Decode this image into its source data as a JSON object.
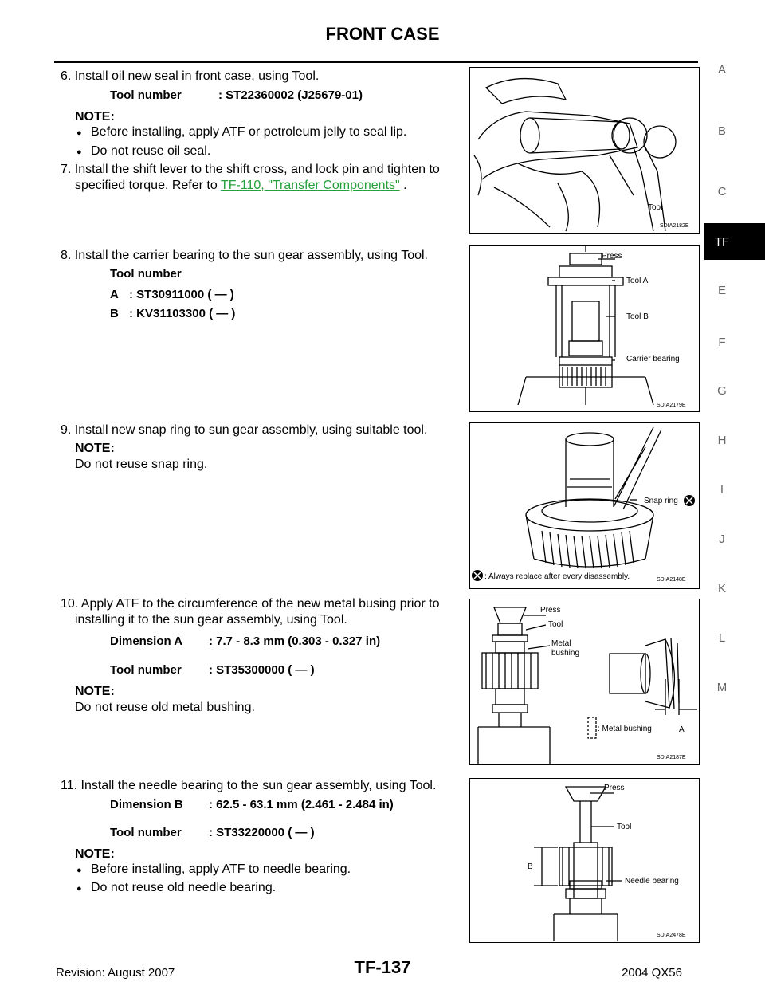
{
  "header": {
    "title": "FRONT CASE"
  },
  "sidebar": {
    "letters": [
      "A",
      "B",
      "C",
      "TF",
      "E",
      "F",
      "G",
      "H",
      "I",
      "J",
      "K",
      "L",
      "M"
    ],
    "active": "TF"
  },
  "steps": {
    "s6": {
      "text": "6.  Install oil new seal in front case, using Tool.",
      "spec": {
        "label": "Tool number",
        "value": ": ST22360002 (J25679-01)"
      },
      "note_label": "NOTE:",
      "bullets": [
        "Before installing, apply ATF or petroleum jelly to seal lip.",
        "Do not reuse oil seal."
      ]
    },
    "s7": {
      "line1": "7.  Install the shift lever to the shift cross, and lock pin and tighten to",
      "line2_prefix": "specified torque. Refer to ",
      "link": "TF-110, \"Transfer Components\"",
      "line2_suffix": " ."
    },
    "s8": {
      "text": "8.  Install the carrier bearing to the sun gear assembly, using Tool.",
      "spec_title": "Tool number",
      "specs": [
        {
          "label": "A",
          "value": ": ST30911000 (    —    )"
        },
        {
          "label": "B",
          "value": ": KV31103300 (    —    )"
        }
      ]
    },
    "s9": {
      "text": "9.  Install new snap ring to sun gear assembly, using suitable tool.",
      "note_label": "NOTE:",
      "note": "Do not reuse snap ring."
    },
    "s10": {
      "line1": "10.  Apply ATF to the circumference of the new metal busing prior to",
      "line2": "installing it to the sun gear assembly, using Tool.",
      "specs": [
        {
          "label": "Dimension A",
          "value": ": 7.7 - 8.3 mm (0.303 - 0.327 in)"
        },
        {
          "label": "Tool number",
          "value": ": ST35300000 (    —    )"
        }
      ],
      "note_label": "NOTE:",
      "note": "Do not reuse old metal bushing."
    },
    "s11": {
      "text": "11.  Install the needle bearing to the sun gear assembly, using Tool.",
      "specs": [
        {
          "label": "Dimension B",
          "value": ": 62.5 - 63.1 mm (2.461 - 2.484 in)"
        },
        {
          "label": "Tool number",
          "value": ": ST33220000 (    —    )"
        }
      ],
      "note_label": "NOTE:",
      "bullets": [
        "Before installing, apply ATF to needle bearing.",
        "Do not reuse old needle bearing."
      ]
    }
  },
  "figures": {
    "f1": {
      "labels": [
        "Tool"
      ],
      "id": "SDIA2182E"
    },
    "f2": {
      "labels": [
        "Press",
        "Tool A",
        "Tool B",
        "Carrier bearing"
      ],
      "id": "SDIA2179E"
    },
    "f3": {
      "labels": [
        "Snap ring"
      ],
      "legend": ": Always replace after every disassembly.",
      "id": "SDIA2148E"
    },
    "f4": {
      "labels": [
        "Press",
        "Tool",
        "Metal",
        "bushing",
        "A"
      ],
      "legend": ": Metal bushing",
      "id": "SDIA2187E"
    },
    "f5": {
      "labels": [
        "Press",
        "Tool",
        "B",
        "Needle bearing"
      ],
      "id": "SDIA2478E"
    }
  },
  "footer": {
    "revision": "Revision: August 2007",
    "page": "TF-137",
    "model": "2004 QX56"
  }
}
